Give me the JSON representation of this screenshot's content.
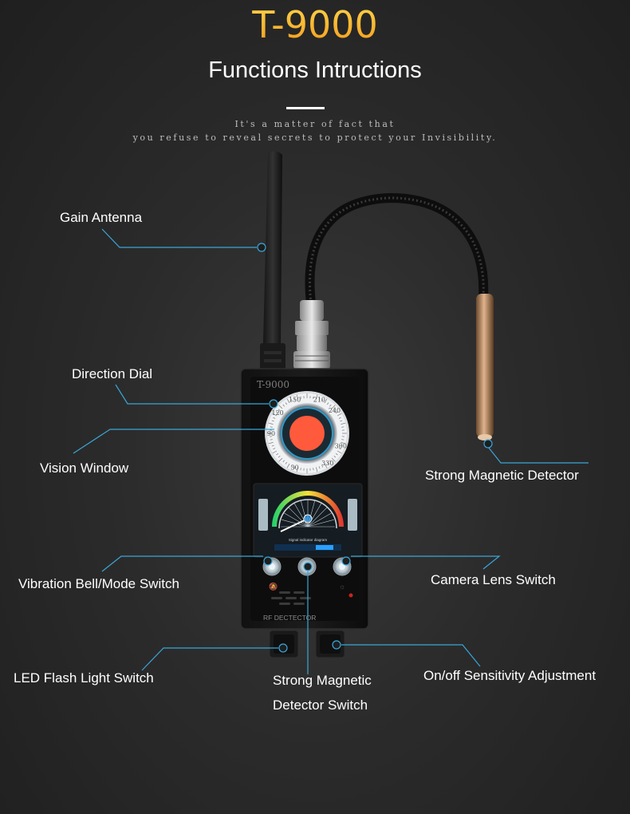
{
  "header": {
    "model": "T-9000",
    "heading": "Functions Intructions",
    "tagline_1": "It's a matter of fact that",
    "tagline_2": "you refuse to reveal secrets to protect your Invisibility."
  },
  "device": {
    "brand": "T-9000",
    "footer": "RF DECTECTOR",
    "dial_numbers": [
      "150",
      "210",
      "240",
      "120",
      "90",
      "300",
      "330",
      "30"
    ],
    "screen_caption": "Signal indicator diagram"
  },
  "callouts": {
    "gain_antenna": "Gain Antenna",
    "direction_dial": "Direction Dial",
    "vision_window": "Vision Window",
    "strong_magnetic_detector": "Strong Magnetic Detector",
    "vibration_bell": "Vibration Bell/Mode Switch",
    "camera_lens": "Camera Lens Switch",
    "led_flash": "LED Flash Light Switch",
    "magnetic_switch_line1": "Strong Magnetic",
    "magnetic_switch_line2": "Detector Switch",
    "sensitivity": "On/off  Sensitivity Adjustment"
  },
  "colors": {
    "title_gold": "#f5a623",
    "callout_line": "#3aa6d8",
    "lens_red": "#ff5a3c"
  }
}
